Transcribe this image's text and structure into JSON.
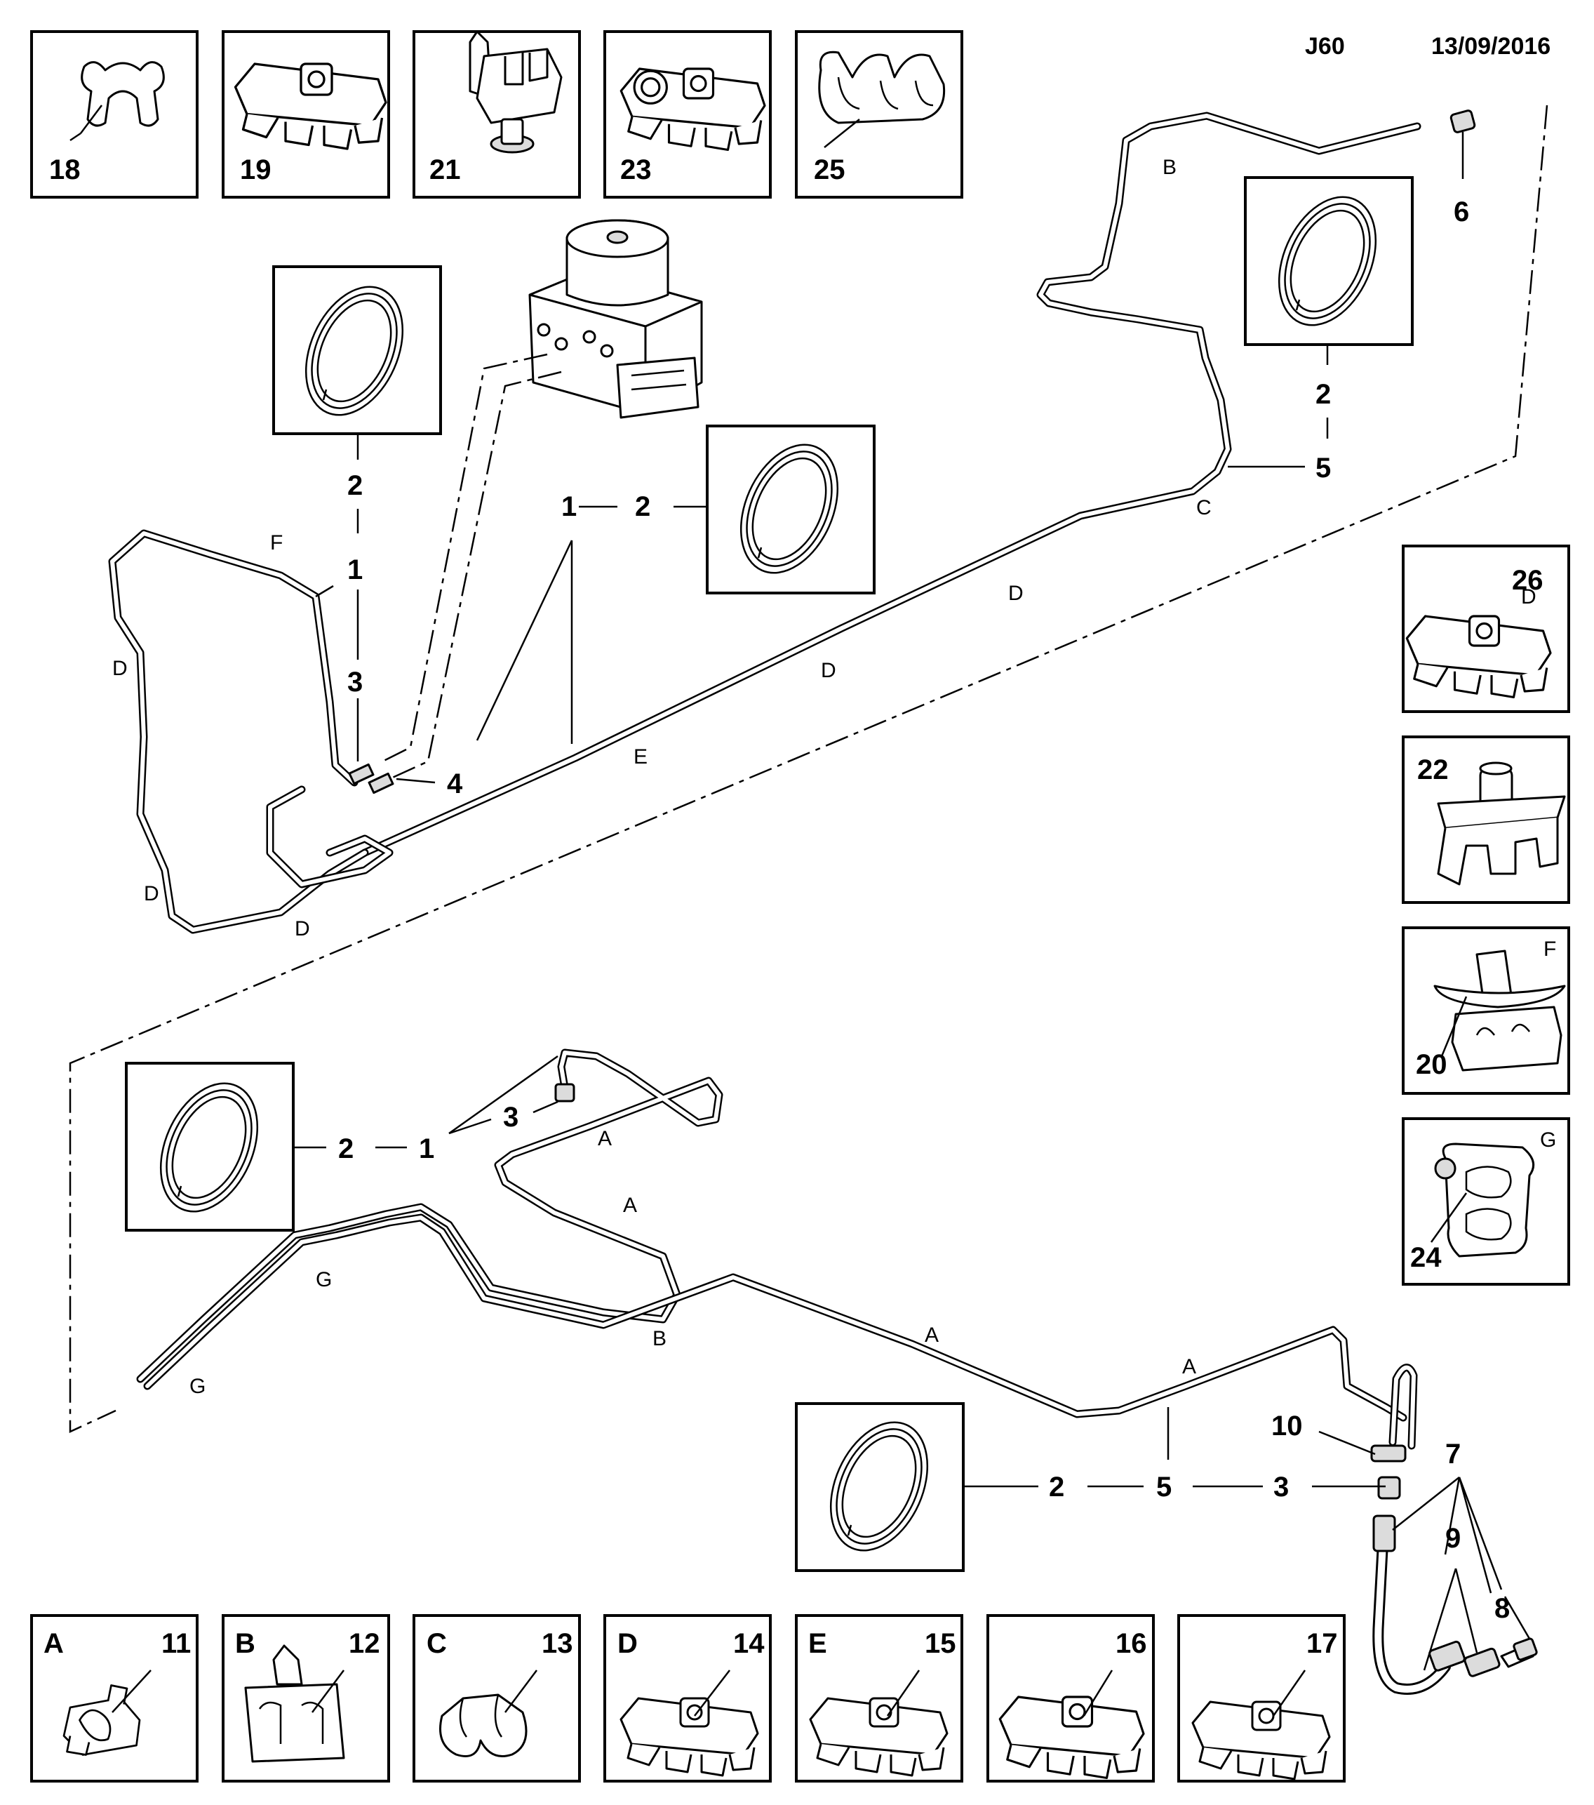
{
  "header": {
    "code": "J60",
    "date": "13/09/2016"
  },
  "top_parts": [
    {
      "num": "18",
      "icon": "clip-icon"
    },
    {
      "num": "19",
      "icon": "clip-holder-icon"
    },
    {
      "num": "21",
      "icon": "clip-icon"
    },
    {
      "num": "23",
      "icon": "clip-holder-icon"
    },
    {
      "num": "25",
      "icon": "clip-holder-icon"
    }
  ],
  "right_parts": [
    {
      "num": "26",
      "letter": "",
      "icon": "clip-holder-icon"
    },
    {
      "num": "22",
      "letter": "",
      "icon": "clip-icon"
    },
    {
      "num": "20",
      "letter": "F",
      "icon": "clip-icon"
    },
    {
      "num": "24",
      "letter": "G",
      "icon": "clip-icon"
    }
  ],
  "bottom_parts": [
    {
      "num": "11",
      "letter": "A",
      "icon": "clip-icon"
    },
    {
      "num": "12",
      "letter": "B",
      "icon": "clip-icon"
    },
    {
      "num": "13",
      "letter": "C",
      "icon": "clip-icon"
    },
    {
      "num": "14",
      "letter": "D",
      "icon": "clip-holder-icon"
    },
    {
      "num": "15",
      "letter": "E",
      "icon": "clip-holder-icon"
    },
    {
      "num": "16",
      "letter": "",
      "icon": "clip-holder-icon"
    },
    {
      "num": "17",
      "letter": "",
      "icon": "clip-holder-icon"
    }
  ],
  "callouts": {
    "upper_left_coil": "2",
    "upper_left_1": "1",
    "upper_left_3": "3",
    "upper_left_4": "4",
    "upper_mid_1": "1",
    "upper_mid_2": "2",
    "upper_right_2": "2",
    "upper_right_5": "5",
    "upper_right_6": "6",
    "lower_left_2": "2",
    "lower_left_1": "1",
    "lower_left_3": "3",
    "lower_right_2": "2",
    "lower_right_5": "5",
    "lower_right_3": "3",
    "lower_10": "10",
    "lower_7": "7",
    "lower_9": "9",
    "lower_8": "8"
  },
  "clip_letters": {
    "upper": [
      "B",
      "C",
      "D",
      "D",
      "E",
      "D",
      "F",
      "D",
      "D",
      "D"
    ],
    "lower": [
      "A",
      "A",
      "G",
      "B",
      "A",
      "A",
      "G"
    ]
  },
  "icons": {
    "abs_unit": "abs-modulator-icon",
    "coil": "brake-pipe-coil-icon",
    "hose": "brake-hose-icon"
  }
}
